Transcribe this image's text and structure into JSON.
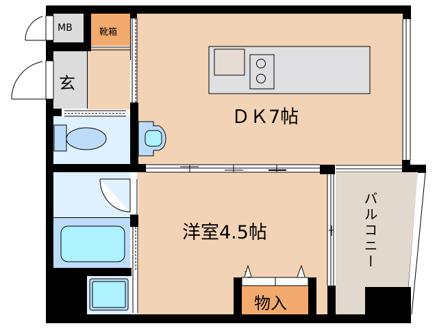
{
  "floorplan": {
    "rooms": {
      "mb": {
        "label": "MB"
      },
      "shoe_box": {
        "label": "靴箱"
      },
      "entrance": {
        "label": "玄"
      },
      "dk": {
        "label": "ＤＫ7帖"
      },
      "western_room": {
        "label": "洋室4.5帖"
      },
      "storage": {
        "label": "物入"
      },
      "balcony": {
        "label": "バルコニー"
      }
    },
    "fixtures": {
      "toilet": "toilet-icon",
      "washbasin": "washbasin-icon",
      "bathtub": "bathtub-icon",
      "washing_machine_pan": "washer-pan-icon",
      "kitchen_counter": "kitchen-counter",
      "sink": "sink-icon",
      "stove": "stove-icon"
    },
    "colors": {
      "wall": "#000000",
      "living": "#f2d3b6",
      "storage_orange": "#f2aa6e",
      "gray_area": "#dcdcdc",
      "wet_area": "#dff1fe",
      "fixture_blue": "#bddcfa",
      "water_cyan": "#aef2fe",
      "balcony": "#e1d8ce",
      "counter": "#dfdfe1",
      "sink": "#e6dcd3"
    }
  }
}
